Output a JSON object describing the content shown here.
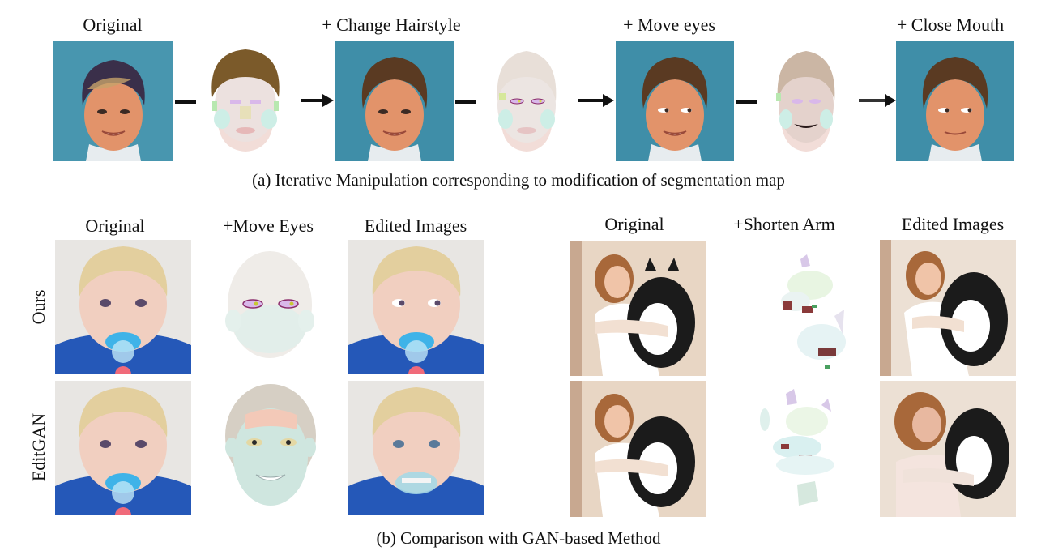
{
  "figure_a": {
    "columns": [
      "Original",
      "+ Change Hairstyle",
      "+ Move eyes",
      "+ Close Mouth"
    ],
    "caption": "(a) Iterative Manipulation corresponding to modification of segmentation map"
  },
  "figure_b": {
    "left_columns": [
      "Original",
      "+Move Eyes",
      "Edited Images"
    ],
    "right_columns": [
      "Original",
      "+Shorten Arm",
      "Edited Images"
    ],
    "rows": [
      "Ours",
      "EditGAN"
    ],
    "caption": "(b) Comparison with GAN-based Method"
  },
  "colors": {
    "boy_bg": "#3f8ea8",
    "skin": "#e2936a",
    "hair": "#5a3a22",
    "baby_bg": "#e8e6e3",
    "baby_shirt": "#2558b8",
    "pacifier": "#3fb3e8",
    "photo_wall": "#e8d6c4",
    "cat_black": "#1b1b1b"
  }
}
